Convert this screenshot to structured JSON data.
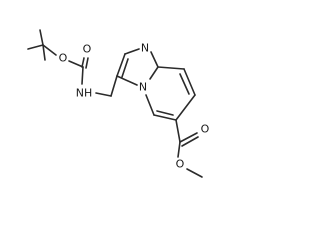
{
  "molecule": {
    "atom_labels": {
      "boc_ester_oxygen": "O",
      "boc_carbonyl_oxygen": "O",
      "amide_nh": "NH",
      "ring_n_imine": "N",
      "ring_n_bridgehead": "N",
      "methyl_ester_carbonyl_oxygen": "O",
      "methyl_ester_oxygen": "O"
    },
    "colors": {
      "bond": "#2b2b2b",
      "text": "#1a1a1a",
      "background": "#ffffff"
    }
  }
}
